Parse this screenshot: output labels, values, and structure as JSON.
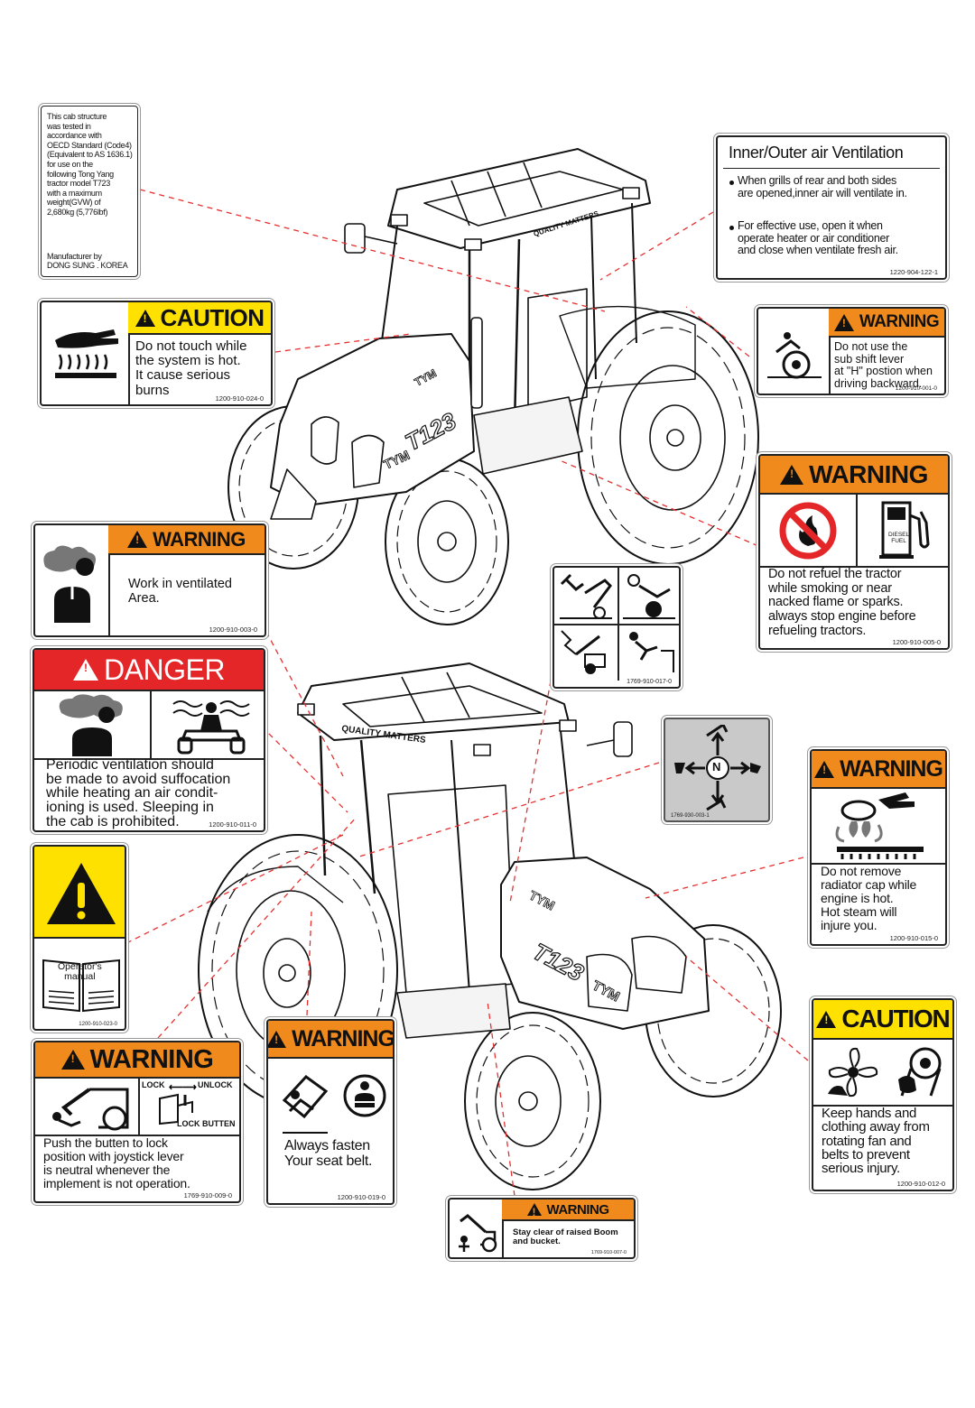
{
  "labels": {
    "cab_structure": {
      "text": "This cab structure\nwas tested in\naccordance with\nOECD Standard (Code4)\n(Equivalent to AS 1636.1)\nfor use on the\nfollowing Tong Yang\ntractor model T723\nwith a maximum\nweight(GVW) of\n2,680kg (5,776lbf)",
      "manufacturer": "Manufacturer by\nDONG SUNG . KOREA"
    },
    "ventilation": {
      "title": "Inner/Outer air Ventilation",
      "bullet1": "When grills of rear and both sides\nare opened,inner air will ventilate in.",
      "bullet2": "For effective use, open it when\noperate heater or air conditioner\nand close when ventilate fresh air.",
      "code": "1220-904-122-1"
    },
    "caution_hot": {
      "header": "CAUTION",
      "text": "Do not touch while\nthe system is hot.\nIt cause serious\nburns",
      "code": "1200-910-024-0"
    },
    "warning_sub_shift": {
      "header": "WARNING",
      "text": "Do not use the\nsub shift lever\nat \"H\" postion when\ndriving backward.",
      "code": "1200-910-001-0"
    },
    "warning_refuel": {
      "header": "WARNING",
      "pump_text": "DIESEL\nFUEL",
      "text": "Do not refuel the tractor\nwhile smoking or near\nnacked flame  or sparks.\nalways stop engine before\nrefueling tractors.",
      "code": "1200-910-005-0"
    },
    "warning_ventilated": {
      "header": "WARNING",
      "text": "Work in ventilated\nArea.",
      "code": "1200-910-003-0"
    },
    "pictograms": {
      "code": "1769-910-017-0"
    },
    "danger_suffocation": {
      "header": "DANGER",
      "text": "Periodic ventilation should\nbe made to avoid suffocation\nwhile heating an air condit-\nioning is used. Sleeping in\nthe cab is prohibited.",
      "code": "1200-910-011-0"
    },
    "joystick": {
      "center": "N",
      "code": "1769-930-003-1"
    },
    "warning_radiator": {
      "header": "WARNING",
      "text": "Do not remove\nradiator cap while\nengine is hot.\nHot steam will\ninjure you.",
      "code": "1200-910-015-0"
    },
    "operators_manual": {
      "text": "Operator's\nmanual",
      "code": "1200-910-023-0"
    },
    "warning_lock": {
      "header": "WARNING",
      "lock": "LOCK",
      "unlock": "UNLOCK",
      "lock_button": "LOCK BUTTEN",
      "text": "Push the butten to lock\nposition with joystick lever\nis neutral whenever the\nimplement is not operation.",
      "code": "1769-910-009-0"
    },
    "warning_seatbelt": {
      "header": "WARNING",
      "text": "Always fasten\nYour  seat belt.",
      "code": "1200-910-019-0"
    },
    "caution_fan": {
      "header": "CAUTION",
      "text": "Keep hands and\nclothing away from\nrotating  fan and\nbelts to   prevent\nserious injury.",
      "code": "1200-910-012-0"
    },
    "warning_boom": {
      "header": "WARNING",
      "text": "Stay clear of raised Boom\nand bucket.",
      "code": "1769-910-007-0"
    }
  },
  "tractor_top": {
    "roof_brand": "QUALITY MATTERS",
    "hood_brand": "TYM",
    "hood_model": "T123",
    "side_brand": "TYM"
  },
  "tractor_bottom": {
    "roof_brand": "QUALITY MATTERS",
    "hood_brand": "TYM",
    "hood_model": "T123",
    "side_brand": "TYM"
  },
  "colors": {
    "warning": "#f08a1c",
    "caution": "#ffe100",
    "danger": "#e52629",
    "leader": "#e53030"
  }
}
